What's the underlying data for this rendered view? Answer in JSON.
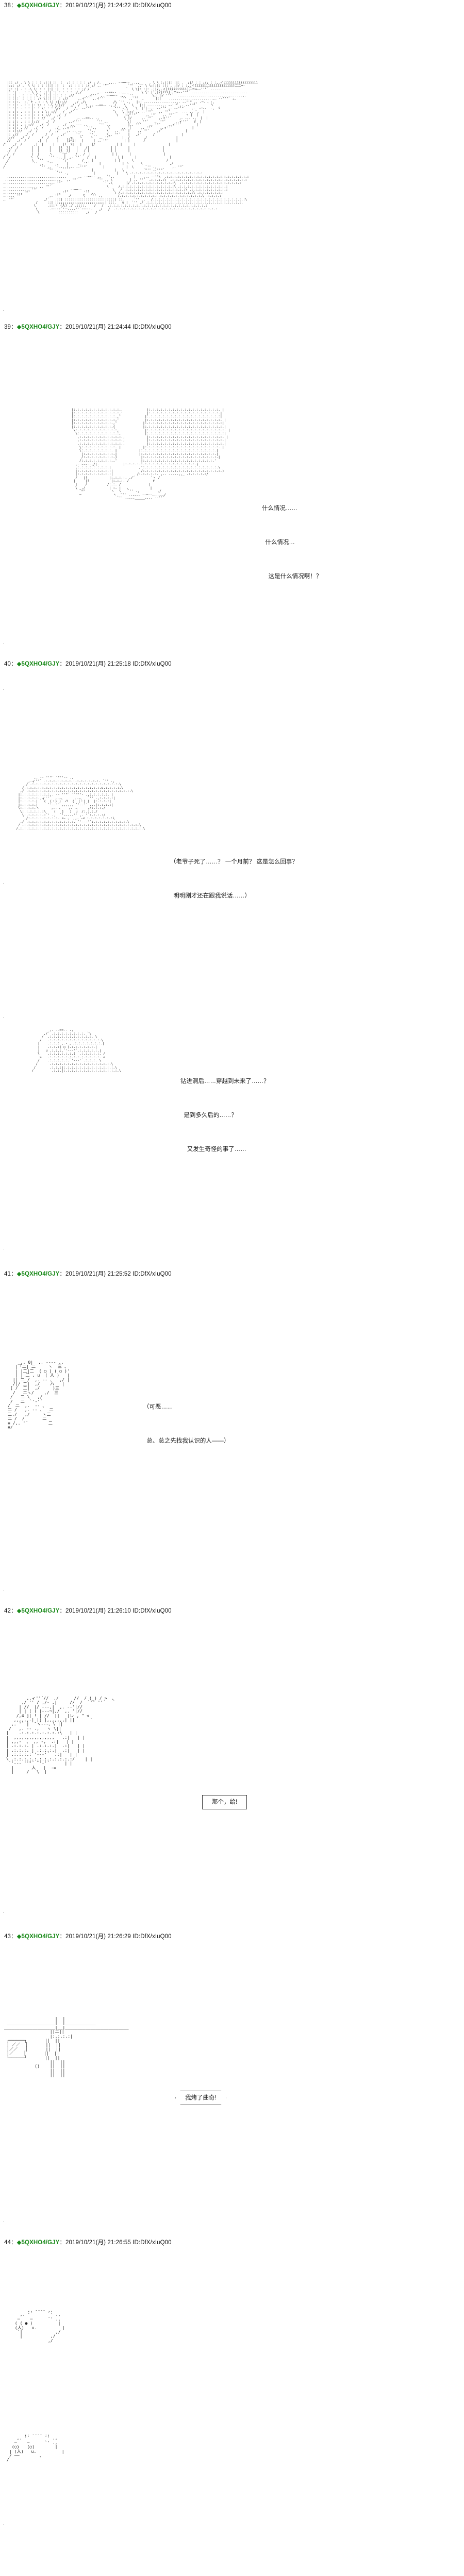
{
  "board": {
    "accent_green": "#1a8a1a",
    "text_color": "#111111",
    "background": "#ffffff",
    "separator": "：",
    "id_prefix": "ID:",
    "tripcode_marker": "◆"
  },
  "posts": [
    {
      "number": "38",
      "name": "◆5QXHO4/GJY",
      "date": "2019/10/21(月) 21:24:22",
      "uid": "ID:DfX/xIuQ00",
      "art": "  |:: ;/ . \\ \\ : : : ;|:| :|  :  ;: : : : : ;/ ; /.  __,,.. -‐==‐- ..,,__   . \\ \\ :;|:|: :|: .  ;|/ : : ;/; : :,.ィ[iiiiiiiiiiiiiiiii\n  |;;: ;/ .  \\ \\: : : :|:| :|  :  ;: : : : :/ ;/ ,. '\"´          `\"'  .,  \\ \\;|:|: :|: . ;|/ : :,.ィ[iiiiiiiiiiiiiiiiiii]二ニ=-\n  |;: :| . : .\\ \\: : : |:| :|  : : : : : ;/ /´                  `  \\ \\|: :|: .;|/,.ィ[iiiiiiiiii]二ニ=-‐''\"´ ........\n  |: :| .  : : \\ \\ : ;|:| :| : : : : ;/,/        ,.. -‐==‐- ..,,        \\ \\: |:;|/[iii]二ニ=-‐''\"´ .............................\n  |: :| . : : : :\\ \\ :|:| :|: : : ;//      ,.ィ''´ ,. -‐==‐- .,, `''.,,       \\;|:|/ ''\"´  ..................................,.\n  |: :|:  : : : : ;\\ \\|:| :| : ;//     ,.ィ''´ ,.ィ''´        `'' .,`'' .,      |:|    .......................,. -‐''\"´ ;,\n  |: :|:.  ;,`ト 、: : \\ \\| :|:;//    ,/ ,/\\              /\\ `'' .,   |:| .................,. -‐''\" ,. -─- 、;,\n  |: :|: . : : |: \\: : :.\\ \\:|//   ,/  /   \\ ,. -‐==‐- ., /    \\   \\   |:| ........,. -‐''\" ,. -‐''\"´       ヽ\n  |: :|: . : : |: : \\: : : \\//   /   /,. -‐''\"´          `\"'' -,\\    \\  |:|..,. -‐''\" ,. -‐''\"´   ,.  -─‐-  .,  i\n  |: :|: . : : |: : : \\: ://   /  ,/´                    `\\   \\ |:;/ ,. -‐''\"´   ,. '\"´  ,.  -‐- ., `,  |\n  |: :|: . : : |: : : ://   ,/  /                          \\   |:/''\"´    ,. '\"´   ,. '\"´      ヽ |  |\n  |: :|: . : : |: : //   ,/  /        ,. -‐==‐- .,             \\ |/     ,. '\"´   ,.ィ''´    ,. -‐- .,  |  |\n  |: :|: . : : |;//   ,/  /       ,.ィ''´        `'' .,          \\|   ,. '\"´   ,. '\"´     ,.ィ''´   V  |\n  |: :|: . : ;//   ,/  /       ,/  ,. -‐- .,      `'' .,         |,. '\"´    ,. '\"´    ,.ィ''´        |\n  |: :|: . //   ,/  /      ,/  ,.ィ''´      `''.,      \\      ,. '|     ,. '\"´    ,.ィ''´          |\n  |: :|;//   ,/  /      /  ,/´   ,. -- .,   `'.,      \\   ,. '\"´ |    ,. '\"´    ,/´            |\n  |: ;//   ,/  /      /  /    ,/´     `'.,   `'.,     \\,. '\"´    |   ,/´      /              |\n  |;//   ,/  /      /  /    /    ,.┬、  ヽ    ヽ   ,. '\"´      |  /       ,/               |\n  //   ,/  /      ,|  |     |    |i⌒i|   |     | ,. '\"´        | |       /                |\n/'   ,/  /      ,|  |     |    |i  i|   |     |/          .| |      |                 |\n   ,/  /       |  |     |    |i  i|   |    /|           | |      |                 |\n  ,/  /        |  |     |    |i  i|   |   / |           | |      |                 |\n ,/  /         |  |     ヽ    `'┬'´   /   /  |           | |      |                 |\n/  /          ヽ  \\     `'' .,  |  ,. '\"´   /   |           | |      |                 |\n  /            \\  `'' .,      `'┬'´      /    |           | |      \\                 /\n /             `'' .,  `'' .,    |     ,. '\"´     |           | ヽ      \\              ,/\n/                  `'' .,  `'-.,,|,.. -‐''\"´        |           |  \\      `'' .,        ,. '\"´\n                       `'' .,                 |           |   \\          `\"'' -‐''\"´\n                            `'' .,             |           |    \\ .:.:.:.:.:.:.:.:.:.:.:.:.:.:.:.:.:.:.:\n  ...............................      ,. -‐==‐- .,   `'.,          |    ,.. -‐'\"\\  .:.:.:.:.:.:.:.:.:.:.:.:.:.:.:.:.:.:.:.:.:.:\n .............................   ,. '\"´          `'' ., \\         | ,. '\"´  .:.:.:.:\\  .:.:.:.:.:.:.:.:.:.:.:.:.:.:.:.:.:.:.:.:\n.........................,. '\"´                     `' .\\       |/ .:.:.:.:.:.:.:.:.:.:.:\\  .:.:.:.:.:.:.:.:.:.:.:.:.:.:.:.:\n.................. ,. '\"´                             \\     /.:.:.:.:.:.:.:.:.:.:.:.:.:.:\\ .:.:.:.:.:.:.:.:.:.:.:.:.:\n............,. '\"´              ,. -‐==‐-  .,            \\   / .:.:.:.:.:.:.:.:.:.:.:.:.:.:.:.:\\ .:.:.:.:.:.:.:.:.:.:\n........,. '\"´              ,. '\"´        `'' .,          \\ /.:.:.:.:.:.:.:.:.:.:.:.:.:.:.:.:.:.:.:\\ .:.:.:.:.:.:.:\n....,. '\"´              ,. '\"´    ノ      ̄\\   `'' .,        /.:.:.:.:.:.:.:.:.:.:.:.:.:.:.:.:.:.:.:.:.:.\\ .:.:.:.:\n,. '\"´               ,/´   .::| ::::::::::::::::::::::::::| ::.     `'' .,   /.:.:.:.:.:.:.:.:.:.:.:.:.:.:.:.:.:.:.:.:.:.:.:.:\\\n                 /     ::| ::;;;;;;;;;;;;;;;;;;;;;;;;| :::.   u |  `'' ./ .:.:.:.:.:.:.:.:.:.:.:.:.:.:.:.:.:.:.:.:.:.:.:.:.:.\n                \\      .:::ヽ (人) ,/ .::::.    /   /  .:.:.:.:.:.:.:.:.:.:.:.:.:.:.:.:.:.:.:.:.:.:.:.:.:.:\n                 \\      .:::::`'ー---‐''´:::::.   ,/   /  .:.:.:.:.:.:.:.:.:.:.:.:.:.:.:.:.:.:.:.:.:.:.:.:.:.:.:\n                  \\          ::::::::::    ,/   /",
      "dialogue": []
    },
    {
      "number": "39",
      "name": "◆5QXHO4/GJY",
      "date": "2019/10/21(月) 21:24:44",
      "uid": "ID:DfX/xIuQ00",
      "art": "          |:.:.:.:.:.:.:.:.:.:.:.:.,            |:.:.:.:.:.:.:.:.:.:.:.:.:.:.:.:.:.:. |\n          |:.:.:.:.:.:.:.:.:.:.:.:,'            |:.:.:.:.:.:.:.:.:.:.:.:.:.:.:.:.:.:.|\n          |:.:.:.:.:.:.:.:.:.:.:.,'            |:.:.:.:.:.:.:.:.:.:.:.:.:.:.:.:.:.:.:|\n          |:.:.:.:.:.:.:.:.:.:.:,'             |:.:.:.:.:.:.:.:.:.:.:.:.:.:.:.:.:.:.:. |\n          |:.:.:.:.:.:.:.:.:.:.,'             |:.:.:.:.:.:.:.:.:.:.:.:.:.:.:.:.:.:.:.:|\n          |:.:.:.:.:.:.:.:.:.:.{              |:.:.:.:.:.:.:.:.:.:.:.:.:.:.:.:.:.:.:.:.|\n           \\:.:.:.:.:.:.:.:.:.:.:,             |:.:.:.:.:.:.:.:.:.:.:.:.:.:.:.:.:.:.:.:. |\n            \\:.:.:.:.:.:.:.:.:.:.:,            |:.:.:.:.:.:.:.:.:.:.:.:.:.:.:.:.:.:.:.:|\n             ,:.:.:.:.:.:.:.:.:.:.:.,           |:.:.:.:.:.:.:.:.:.:.:.:.:.:.:.:.:.:.:. |\n             ,:.:.:.:.:.:.:.:.:.:.:.,           |:.:.:.:.:.:.:.:.:.:.:.:.:.:.:.:.:.:.:.|\n             ,:.:.:.:.:.:.:.:.:.:.:.,           |:.:.:.:.:.:.:.:.:.:.:.:.:.:.:.:.:.:.:.|\n              \\:.:.:.:.:.:.:.:.:. |           |:.:.:.:.:.:.:.:.:.:.:.:.:.:.:.:.:.:.:. |\n              \\:.:.:.:.:.:.:.:. |           |:.:.:.:.:.:.:.:.:.:.:.:.:.:.:.:.:.:.:.|\n               |:.:.:.:.:.:.:.:.|           |:.:.:.:.:.:.:.:.:.:.:.:.:.:.:.:.:.:.:.|\n               /:.:.:.:.:.:.:.:.)            |:.:.:.:.:.:.:.:.:.:.:.:.:.:.:.:.:.:.:.|\n              /:.:.:.:.:.:.:.:.,'            |:.:.:.:.:.:.:.:.:.:.:.:.:.:.:.:.:.:,'\n            ,. -‐-..,/|.            |:.:.:.:.:.:.:.:.:.:.:.:.:.:.:.:.:.:.)\n            ;:.:.:.:.:.:.:.:.|              ,':.:.:.:.:.:.:.:.:.:.:.:.:.:.:.:.:.:.:.\\\n            |:.:.:.:.:.:.:.:.:|              /:.:.:.:.:.:.:.:.:.:.:.:.:.:.:.:.:.:.:.:.)\n            |:.:.:.:.:.:.:.:.:|            /:.:.:.:.:. ,.. -‐-..,,_ .:.:.:.:.:/\n            /   |!           |:.:.:.:. ,/´        `ヽ /\n           |     |!           |:.:.:. /            ∨\n            |    /          /:.:. /              |\n            \\ _,/            | :. |   、          |\n              `─'             ヽ  ヽ   `'' .,         ,/\n              ─                ヽ  `'' .,,,.. -‐─‐-..,,,./\n                                 `'' ..,,,_____,,.. -‐''´",
      "dialogue": [
        "什么情况……",
        "  什么情况…",
        "    这是什么情况啊！？"
      ]
    },
    {
      "number": "40",
      "name": "◆5QXHO4/GJY",
      "date": "2019/10/21(月) 21:25:18",
      "uid": "ID:DfX/xIuQ00",
      "art": "              ,. -‐ ''\"´ ̄`\"''‐- .,\n           ,.ィ''´ .:.:.:.:.:.:.:.:.:.:.:.:.:.:. `'' .,\n         ,/ .:.:.:.:.:.:.:.:.:.:.:.:.:.:.:.:.:.:.:.:.:.:.\\\n        /.:.:.:.:.:.:.:.:.:.:.:.:.:.:.:.:.:.:.:.u.:.:.:.:.\\\n       ,/ .:.:.:.:.:.:.:.:.:.:.:.:.:.:.:.:.:.:.:.:.:.:.:.:.:.:.\\\n      |:.:.:.:.:.:.:.:,. -‐ ''\"´ ̄ ̄`\"''‐ .,:.:.:.:.:. |\n      |:.:.:.:.:.,ィ''´  ,.-、     ,.-、  `'' .,:.:.:.:|\n      |:.:.:.:.|   (  (・) )  ハ  (  (・) )  |:.:.:.:|\n      |:.:.:.:.|     `'‐-'′ ,,,,,, `'‐-'′ ,,,|:.:.:.:|\n      \\:.:.:.:.ヽ      ,.- 、   ,. -、    ,/:.:.:./\n       \\:.:.:.:.:.:\\    (   j   )  u  /:.:.:./\n        \\:.:.:.:.:.:`' .,  `'‐---‐'′ ,. '´:.:.:.:/\n         ,/:.:.:.:.:.:.:.:. >- 、 ,,. -< :.:.:.:.:.:.:\\\n       ,/ .:.:.:.:.:.:.:.:.:.:.:.:. `'‐-‐'´:.:.:.:.:.:.:.:.:.\\\n      / .:.:.:.:.:.:.:.:.:.:.:.:.:.:.:.:.:.:.:.:.:.:.:.:.:.:.:.:.:.\\\n     /.:.:.:.:.:.:.:.:.:.:.:.:.:.:.:.:.:.:.:.:.:.:.:.:.:.:.:.:.:.:.:.\\",
      "dialogue": [
        "（老爷子死了……？ 一个月前？ 这是怎么回事？",
        "  明明刚才还在跟我说话……）"
      ],
      "art2": "            ,. -‐==‐- .,\n         ,/´ .:.:.:.:.:.:.:.:. `\\\n        /  .:.:.:.:.:.:.:.:.:.:.:. \\\n       /   .:.:.:.:.:.:.:.:.:.:.:.:.:.\\\n      |    .:.:.: ,.- 、.:.:.:.:.:.:.:.|\n      |    .:.:.:( ○ ).:.:.:.:.:.:.|\n      |   u .:.:.:.`'‐-‐'´.:.:.:.:.:.|\n      \\    .:.:.:.:.:.:.(  .:.:.:.:.:. /\n       >   .:.:.:.:.:.:.:.:.:.:.:.:.:. <\n      /    .:.:.:.:.:.`'‐-‐'´.:.:.:. \\\n     /      .:.:.:.:.:.:.:.:.:.:.:.:.:.:.:.\\\n    /       .:.:.:|:.:.:.:.:.:.:.:.:.:.:.:.:.\\\n   /         .:.:.|:.:.:.:.:.:.:.:.:.:.:.:.:.:.\\",
      "dialogue2": [
        "钻进洞后……穿越到未来了……？",
        "  是到多久后的……？",
        "    又发生奇怪的事了……"
      ]
    },
    {
      "number": "41",
      "name": "◆5QXHO4/GJY",
      "date": "2019/10/21(月) 21:25:52",
      "uid": "ID:DfX/xIuQ00",
      "art": "     _,, 0|  ,. -‐‐- ., \n    |「二| 二     ヽ  三 、\n    | |二|二  ( ○ ) ( ○ )' \n    | | 二 , u  ( 人 )   |\n   || 二 /  ,. -‐ 、  ,/ |\n   /|/ 二|  ,/    ハ   |\n  [ /  二|  ,/     )三\n   /   二ヽ/    ,/  三\n  /   二 \\   ,/\n  /   二  `'‐'´\n /  二  ,.  -‐ 、\n 二 /   ,. -‐ 、  二\n 二,/   ,/     ヽ二\n 二 /  /       二\n ≡ /,. '´        二\n ≡/",
      "dialogue": [
        "（可恶……",
        "  总、总之先找我认识的人——）"
      ]
    },
    {
      "number": "42",
      "name": "◆5QXHO4/GJY",
      "date": "2019/10/21(月) 21:26:10",
      "uid": "ID:DfX/xIuQ00",
      "art": "        ,.ィ''´//  ,/      //  / (_) / >  、\n      ,/ '' / ,/- ,|     //  /  `'' ''´   `\n     | //  |/ ---,|  ,. -‐'|//\n     | | ( ( |---¬|,/  ,. '|//\n    /,4 j| ! | //  ||   |レ , \" <\n   ,,,,,,-| |j |,,,,,,,| ||      `\n  ,. '´ |  ̄ ヽ---、\\ ||\n /   ,. -‐ .,   ヽ \\||\n|    .:.:.:.:.:.:.:.:\\   | |\n|  ,,,,,,,,,,,,,,,,   .:|   | |\n| ,,,-  、 ,, -,  .:|   | |\n| .:.:.:. | .:.:.:.|  .:|   | |\n| .:.:.:. | .:.:.:.|  .:|   | |\n| .:.:.:.:`'‐-‐'´  .:|   | |\n\\ .:.:.:.:.:.:.:.:.:.:.:.:/    | |\n `'‐-‐ ''\"´ ̄`'‐'´      | |\n  |       人   |  -=\n  |     /   \\  |",
      "balloon": "那个，给!",
      "balloon_style": "rounded"
    },
    {
      "number": "43",
      "name": "◆5QXHO4/GJY",
      "date": "2019/10/21(月) 21:26:29",
      "uid": "ID:DfX/xIuQ00",
      "art": "                    |  |\n ___________________|  |____________\n____________________|__|_________________________\n                  ||二||\n                  |:.:.:.:|\n ┌──────┐       ||  ||\n │ ／／  │       ||  ||\n │／／   │       ||  ||\n │／    │       ||  ||\n └──────┘       ||  ||\n                  ||  ||\n            ()    ||  ||\n                  ||  ||\n                  ||  ||",
      "balloon": "我烤了曲奇!",
      "balloon_style": "cut"
    },
    {
      "number": "44",
      "name": "◆5QXHO4/GJY",
      "date": "2019/10/21(月) 21:26:55",
      "uid": "ID:DfX/xIuQ00",
      "art": "        ,. -‐‐- .,\n     ,. '´      `' .,\n    ─    ─      `' .,\n   ( ( ● )          |\n   (人)   u.          |\n    `|             ,/\n     |           ,/\n                ,/",
      "art2": "        ,. -‐‐- .,\n     ,. '´      `' .,\n    ─    ─      `' .,\n   (○)   (○)        |\n  | (人)   u.          |\n  / ──        、\n /",
      "dialogue": []
    }
  ]
}
